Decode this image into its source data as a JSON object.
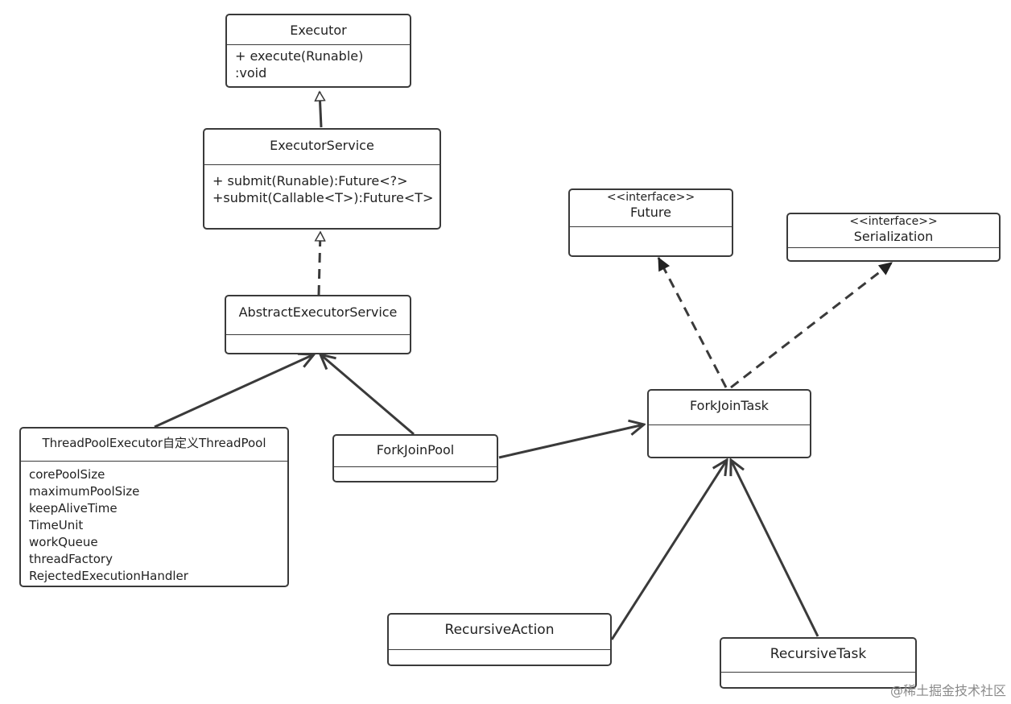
{
  "classes": {
    "executor": {
      "name": "Executor",
      "methods": [
        "+ execute(Runable)",
        ":void"
      ]
    },
    "executor_service": {
      "name": "ExecutorService",
      "methods": [
        "+ submit(Runable):Future<?>",
        "+submit(Callable<T>):Future<T>"
      ]
    },
    "abstract_executor_service": {
      "name": "AbstractExecutorService",
      "methods": []
    },
    "thread_pool_executor": {
      "name": "ThreadPoolExecutor自定义ThreadPool",
      "fields": [
        "corePoolSize",
        "maximumPoolSize",
        "keepAliveTime",
        "TimeUnit",
        "workQueue",
        "threadFactory",
        "RejectedExecutionHandler"
      ]
    },
    "fork_join_pool": {
      "name": "ForkJoinPool",
      "methods": []
    },
    "future": {
      "stereotype": "<<interface>>",
      "name": "Future",
      "methods": []
    },
    "serialization": {
      "stereotype": "<<interface>>",
      "name": "Serialization",
      "methods": []
    },
    "fork_join_task": {
      "name": "ForkJoinTask",
      "methods": []
    },
    "recursive_action": {
      "name": "RecursiveAction",
      "methods": []
    },
    "recursive_task": {
      "name": "RecursiveTask",
      "methods": []
    }
  },
  "watermark": "@稀土掘金技术社区",
  "colors": {
    "line": "#3a3a3a",
    "background": "#ffffff"
  }
}
